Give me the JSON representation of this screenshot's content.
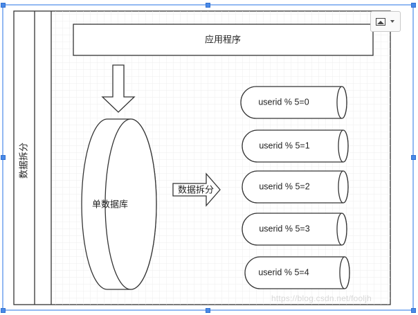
{
  "diagram": {
    "side_label": "数据拆分",
    "app_label": "应用程序",
    "db_label": "单数据库",
    "split_arrow_label": "数据拆分",
    "shards": [
      {
        "label": "userid % 5=0"
      },
      {
        "label": "userid % 5=1"
      },
      {
        "label": "userid % 5=2"
      },
      {
        "label": "userid % 5=3"
      },
      {
        "label": "userid % 5=4"
      }
    ]
  },
  "toolbar": {
    "image_button_icon": "image-icon",
    "caret_icon": "chevron-down-icon"
  },
  "watermark": "https://blog.csdn.net/fooljh",
  "colors": {
    "selection": "#4a8ae8",
    "stroke": "#333333",
    "grid": "#eeeeee"
  }
}
